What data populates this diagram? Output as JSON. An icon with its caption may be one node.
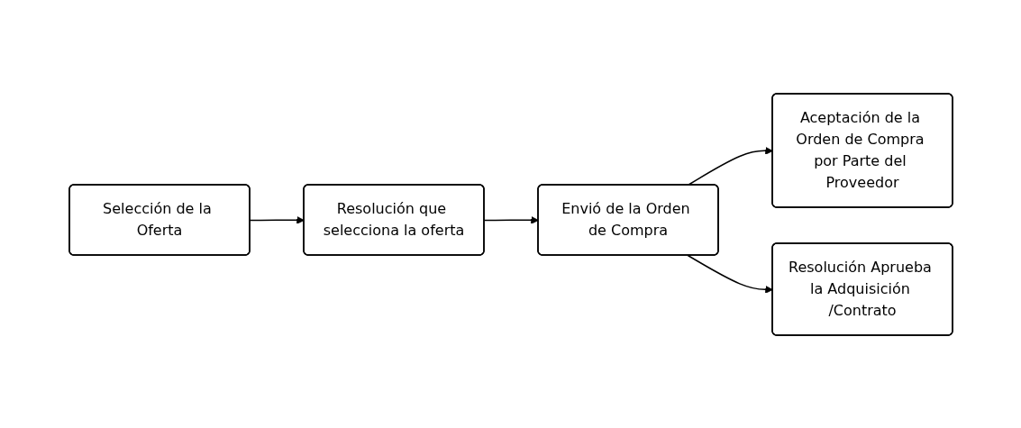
{
  "diagram": {
    "nodes": [
      {
        "text": [
          "Selección de la Oferta"
        ]
      },
      {
        "text": [
          "Resolución que selecciona la oferta"
        ]
      },
      {
        "text": [
          "Envió de la Orden de Compra"
        ]
      },
      {
        "text": [
          "Aceptación de la Orden de Compra por Parte del Proveedor"
        ]
      },
      {
        "text": [
          "Resolución Aprueba la Adquisición /Contrato"
        ]
      }
    ],
    "edges": [
      {
        "from": 0,
        "to": 1,
        "arrow": "to"
      },
      {
        "from": 1,
        "to": 2,
        "arrow": "to"
      },
      {
        "from": 2,
        "to": 3,
        "arrow": "to"
      },
      {
        "from": 2,
        "to": 4,
        "arrow": "to"
      }
    ]
  }
}
